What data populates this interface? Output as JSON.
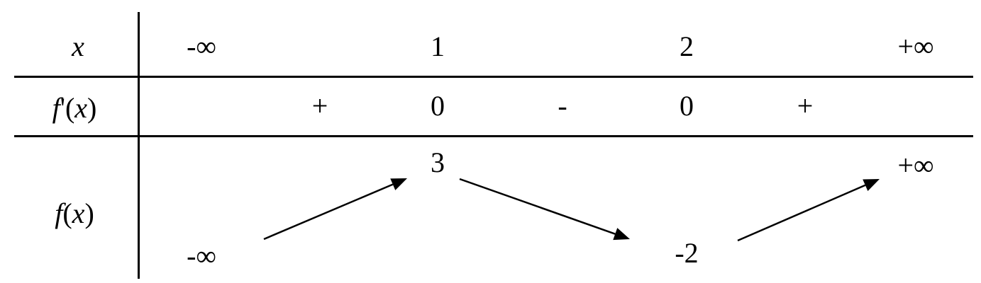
{
  "table": {
    "row_headers": {
      "x": "x",
      "fprime": {
        "f": "f",
        "prime": "'",
        "open": "(",
        "var": "x",
        "close": ")"
      },
      "f": {
        "f": "f",
        "open": "(",
        "var": "x",
        "close": ")"
      }
    },
    "x_values": [
      "-∞",
      "1",
      "2",
      "+∞"
    ],
    "derivative_signs": [
      "+",
      "0",
      "-",
      "0",
      "+"
    ],
    "f_values": {
      "start": "-∞",
      "max": "3",
      "min": "-2",
      "end": "+∞"
    },
    "arrows": [
      {
        "name": "increasing",
        "from": [
          372,
          338
        ],
        "to": [
          574,
          252
        ]
      },
      {
        "name": "decreasing",
        "from": [
          648,
          253
        ],
        "to": [
          888,
          338
        ]
      },
      {
        "name": "increasing",
        "from": [
          1040,
          340
        ],
        "to": [
          1240,
          253
        ]
      }
    ],
    "line_color": "#000000"
  }
}
